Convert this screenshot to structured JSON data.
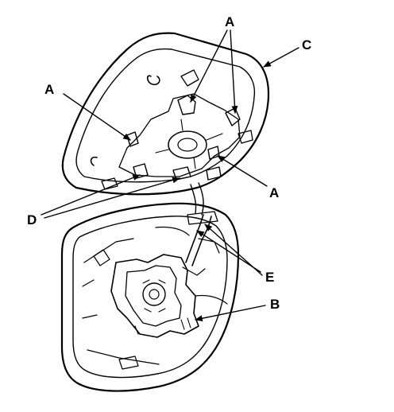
{
  "callouts": {
    "a_top": "A",
    "a_left": "A",
    "a_right": "A",
    "b": "B",
    "c": "C",
    "d": "D",
    "e": "E"
  },
  "colors": {
    "ink": "#000000",
    "paper": "#ffffff"
  }
}
